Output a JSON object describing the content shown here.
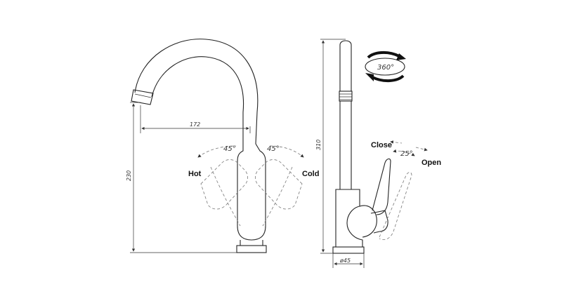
{
  "front_view": {
    "dim_reach": "172",
    "dim_height": "230",
    "angle_left": "45°",
    "angle_right": "45°",
    "label_hot": "Hot",
    "label_cold": "Cold"
  },
  "side_view": {
    "dim_height": "310",
    "dim_base": "ø45",
    "rotation_label": "360°",
    "label_close": "Close",
    "label_open": "Open",
    "angle_open": "25°"
  }
}
